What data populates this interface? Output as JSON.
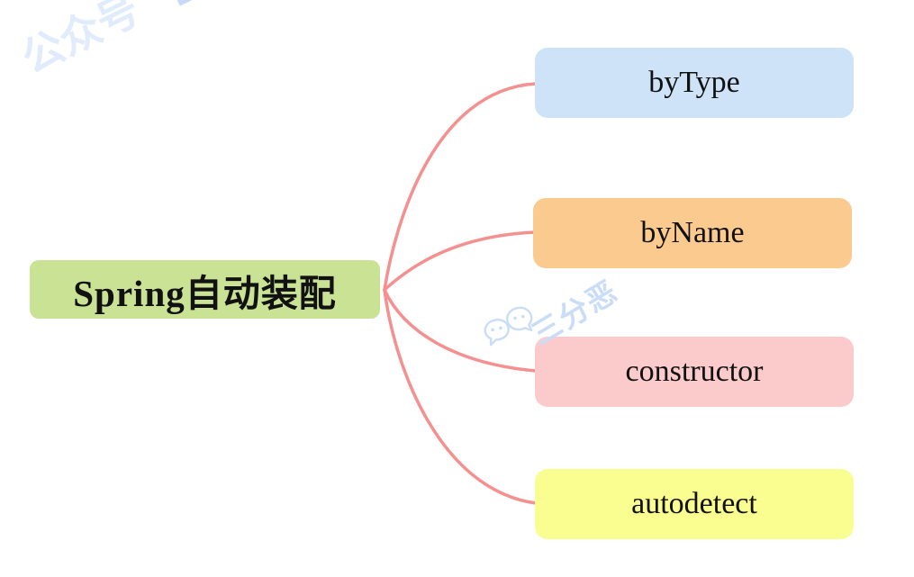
{
  "diagram": {
    "type": "mindmap",
    "root": {
      "label": "Spring自动装配",
      "fill": "#c9e294",
      "text_color": "#111111"
    },
    "branches": [
      {
        "label": "byType",
        "fill": "#cfe3f8"
      },
      {
        "label": "byName",
        "fill": "#fbca8e"
      },
      {
        "label": "constructor",
        "fill": "#fbcbcb"
      },
      {
        "label": "autodetect",
        "fill": "#fafd90"
      }
    ],
    "connectors": {
      "color": "#f59090"
    }
  },
  "watermarks": {
    "corner": {
      "text": "公众号",
      "bracket": "【",
      "color": "#e0ebfc",
      "bracket_color": "#c6daf7"
    },
    "center": {
      "text": "三分恶",
      "color": "#c9ddf8",
      "icon": "wechat-chat-bubbles-icon"
    }
  }
}
